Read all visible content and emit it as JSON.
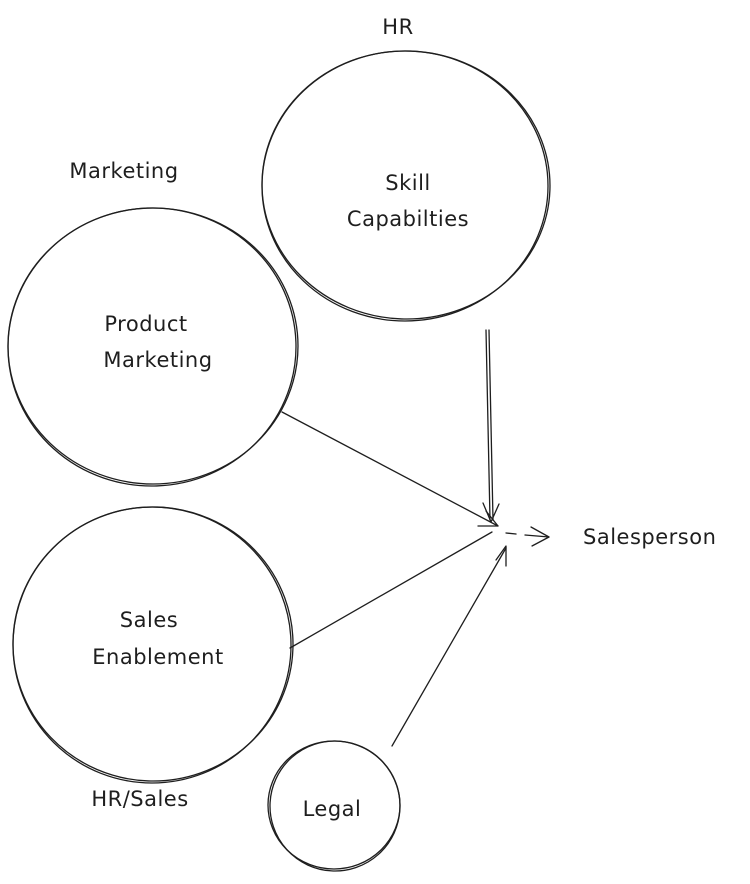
{
  "diagram": {
    "nodes": {
      "skill": {
        "lines": [
          "Skill",
          "Capabilties"
        ],
        "group": "HR"
      },
      "product": {
        "lines": [
          "Product",
          "Marketing"
        ],
        "group": "Marketing"
      },
      "sales": {
        "lines": [
          "Sales",
          "Enablement"
        ],
        "group": "HR/Sales"
      },
      "legal": {
        "lines": [
          "Legal"
        ]
      }
    },
    "target": "Salesperson",
    "colors": {
      "ink": "#1e1e1e",
      "background": "#ffffff"
    }
  }
}
